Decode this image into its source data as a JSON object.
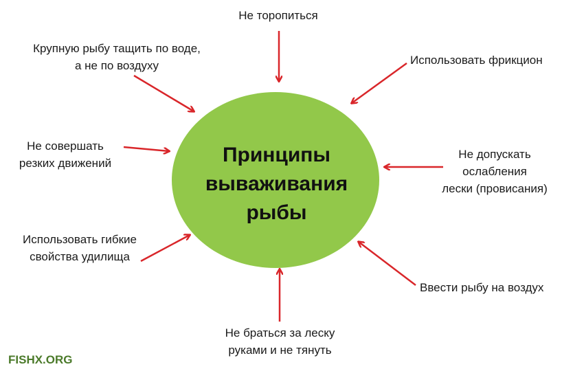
{
  "center": {
    "line1": "Принципы",
    "line2": "вываживания",
    "line3": "рыбы"
  },
  "principles": [
    {
      "id": "top",
      "lines": [
        "Не торопиться"
      ]
    },
    {
      "id": "top-left",
      "lines": [
        "Крупную рыбу тащить по воде,",
        "а не по воздуху"
      ]
    },
    {
      "id": "top-right",
      "lines": [
        "Использовать фрикцион"
      ]
    },
    {
      "id": "left",
      "lines": [
        "Не совершать",
        "резких движений"
      ]
    },
    {
      "id": "right",
      "lines": [
        "Не допускать",
        "ослабления",
        "лески (провисания)"
      ]
    },
    {
      "id": "bottom-left",
      "lines": [
        "Использовать гибкие",
        "свойства удилища"
      ]
    },
    {
      "id": "bottom-right",
      "lines": [
        "Ввести рыбу на воздух"
      ]
    },
    {
      "id": "bottom",
      "lines": [
        "Не браться за леску",
        "руками и не тянуть"
      ]
    }
  ],
  "watermark": "FISHX.ORG",
  "colors": {
    "circle": "#92c84a",
    "arrow": "#d9262a",
    "watermark": "#4b7a2a"
  }
}
